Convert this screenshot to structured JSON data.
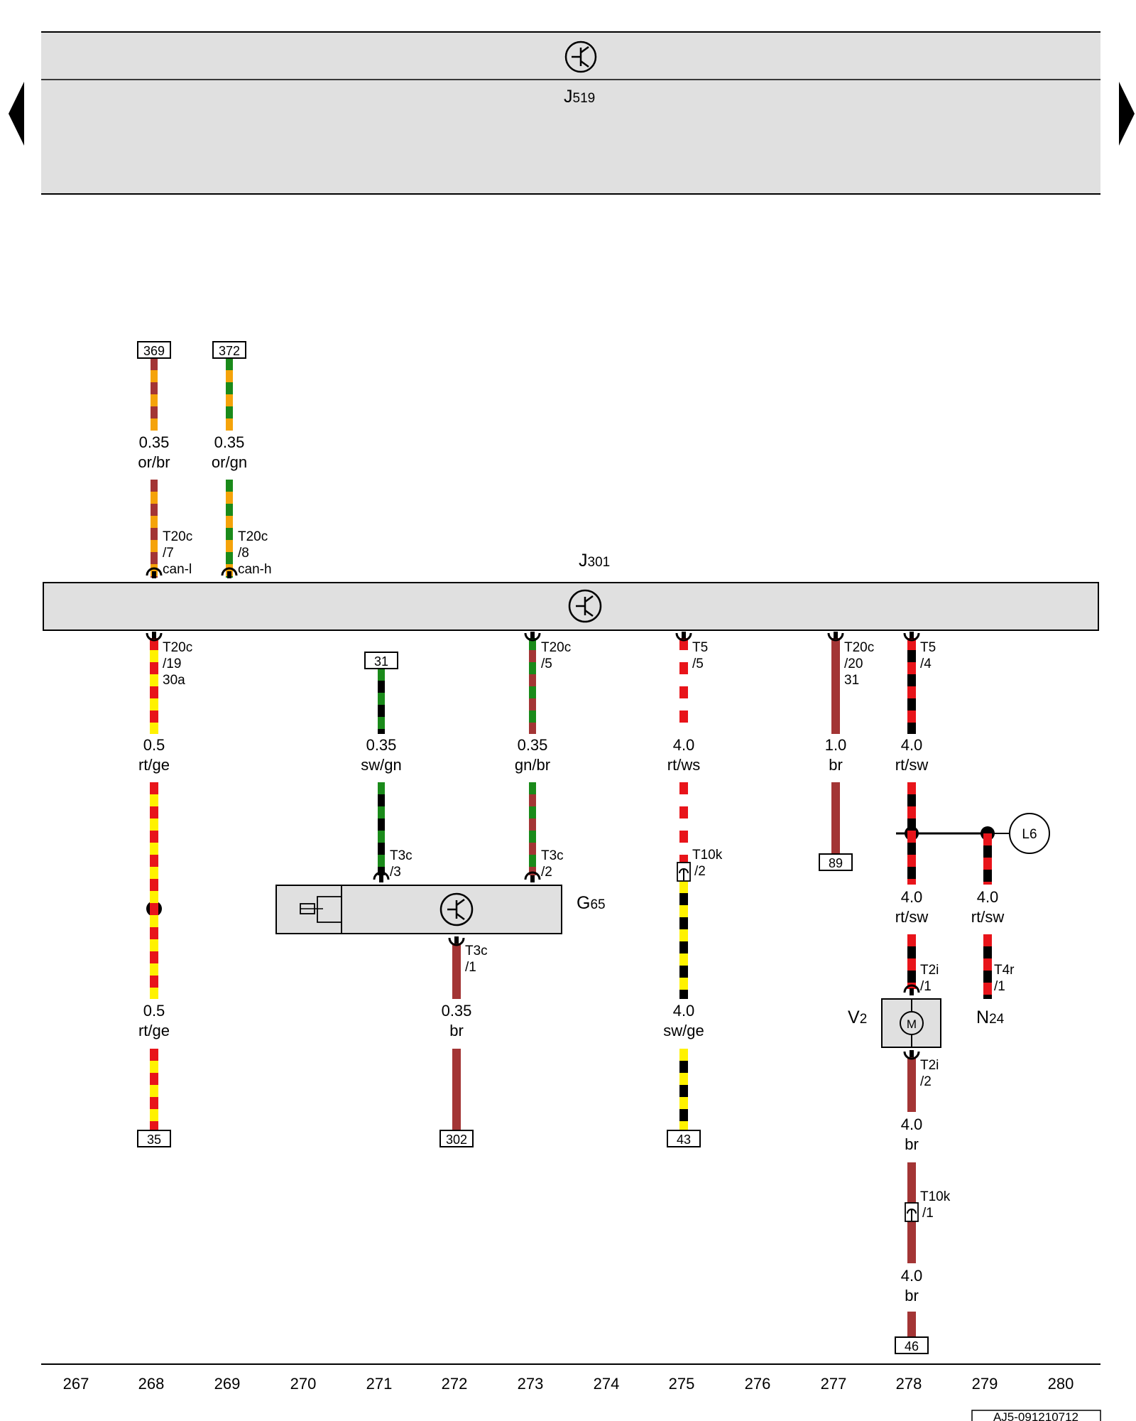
{
  "nav": {
    "prev_icon": "triangle-left-icon",
    "next_icon": "triangle-right-icon"
  },
  "colors": {
    "or": "#F5A30A",
    "br": "#A33535",
    "gn": "#1A8A1A",
    "sw": "#000000",
    "rt": "#E8141A",
    "ge": "#FFF200",
    "ws": "#FFFFFF",
    "panel": "#E0E0E0"
  },
  "top_unit": {
    "name_prefix": "J",
    "name_suffix": "519"
  },
  "main_unit": {
    "name_prefix": "J",
    "name_suffix": "301"
  },
  "sensor": {
    "name_prefix": "G",
    "name_suffix": "65"
  },
  "motor": {
    "name_prefix": "V",
    "name_suffix": "2",
    "symbol": "M"
  },
  "valve": {
    "name_prefix": "N",
    "name_suffix": "24"
  },
  "lamp": {
    "label": "L6"
  },
  "refs": {
    "r369": "369",
    "r372": "372",
    "r31": "31",
    "r89": "89",
    "r35": "35",
    "r302": "302",
    "r43": "43",
    "r46": "46"
  },
  "wires": {
    "w268a": {
      "size": "0.35",
      "color": "or/br"
    },
    "w269a": {
      "size": "0.35",
      "color": "or/gn"
    },
    "w268b": {
      "size": "0.5",
      "color": "rt/ge"
    },
    "w268c": {
      "size": "0.5",
      "color": "rt/ge"
    },
    "w271": {
      "size": "0.35",
      "color": "sw/gn"
    },
    "w272": {
      "size": "0.35",
      "color": "br"
    },
    "w273": {
      "size": "0.35",
      "color": "gn/br"
    },
    "w275a": {
      "size": "4.0",
      "color": "rt/ws"
    },
    "w275b": {
      "size": "4.0",
      "color": "sw/ge"
    },
    "w277": {
      "size": "1.0",
      "color": "br"
    },
    "w278a": {
      "size": "4.0",
      "color": "rt/sw"
    },
    "w278b": {
      "size": "4.0",
      "color": "rt/sw"
    },
    "w279": {
      "size": "4.0",
      "color": "rt/sw"
    },
    "w278c": {
      "size": "4.0",
      "color": "br"
    },
    "w278d": {
      "size": "4.0",
      "color": "br"
    }
  },
  "pins": {
    "p268a": [
      "T20c",
      "/7",
      "can-l"
    ],
    "p269a": [
      "T20c",
      "/8",
      "can-h"
    ],
    "p268b": [
      "T20c",
      "/19",
      "30a"
    ],
    "p273a": [
      "T20c",
      "/5"
    ],
    "p275a": [
      "T5",
      "/5"
    ],
    "p277a": [
      "T20c",
      "/20",
      "31"
    ],
    "p278a": [
      "T5",
      "/4"
    ],
    "p271b": [
      "T3c",
      "/3"
    ],
    "p273b": [
      "T3c",
      "/2"
    ],
    "p275b": [
      "T10k",
      "/2"
    ],
    "p272": [
      "T3c",
      "/1"
    ],
    "p278v1": [
      "T2i",
      "/1"
    ],
    "p278v2": [
      "T2i",
      "/2"
    ],
    "p279": [
      "T4r",
      "/1"
    ],
    "p278k": [
      "T10k",
      "/1"
    ]
  },
  "axis": [
    "267",
    "268",
    "269",
    "270",
    "271",
    "272",
    "273",
    "274",
    "275",
    "276",
    "277",
    "278",
    "279",
    "280"
  ],
  "doc_id": "AJ5-091210712"
}
